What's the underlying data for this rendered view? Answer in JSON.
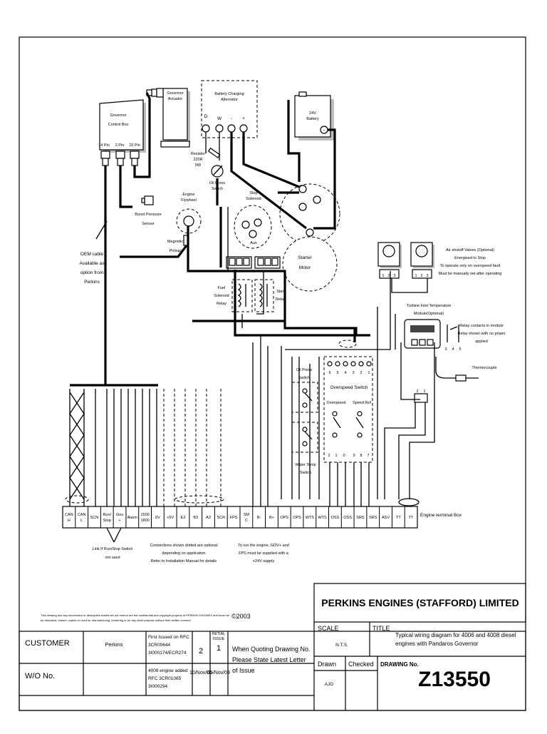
{
  "diagram": {
    "governor_actuator": [
      "Governor",
      "Actuator"
    ],
    "battery_alternator": [
      "Battery Charging",
      "Alternator"
    ],
    "alt_terminals": [
      "D",
      "W",
      "-",
      "+"
    ],
    "battery": [
      "24V",
      "Battery"
    ],
    "governor_box": [
      "Governor",
      "Control Box"
    ],
    "gov_pins": [
      "14 Pin",
      "2 Pin",
      "10 Pin"
    ],
    "resistor": [
      "Resistor",
      "220R",
      "5W"
    ],
    "oil_press_switch_top": [
      "Oil Press",
      "Switch"
    ],
    "stop_solenoid": [
      "Stop",
      "Solenoid"
    ],
    "aux": "Aux",
    "engine_flywheel": [
      "Engine",
      "Flywheel"
    ],
    "boost_sensor": [
      "Boost Pressure",
      "Sensor"
    ],
    "magnetic_pickup": [
      "Magnetic",
      "Pickup"
    ],
    "starter_motor": [
      "Starter",
      "Motor"
    ],
    "oem_cable": [
      "OEM cable",
      "Available as",
      "option from",
      "Perkins"
    ],
    "fuel_solenoid_relay": [
      "Fuel",
      "Solenoid",
      "Relay"
    ],
    "start_relay": [
      "Start",
      "Relay"
    ],
    "air_shutoff": [
      "Air shutoff Valves (Optional)",
      "Energised to Stop",
      "To operate only on overspeed fault",
      "Must be manually set after operating"
    ],
    "valve_terminals": [
      "1",
      "2",
      "3"
    ],
    "turbine_module": [
      "Turbine Inlet Temperature",
      "Module(Optional)"
    ],
    "relay_contacts": [
      "Relay contacts in module",
      "Relay shown with no power",
      "applied"
    ],
    "relay_terminals": [
      "3",
      "4",
      "5"
    ],
    "thermocouple": "Thermocouple",
    "thermo_terminals": [
      "2",
      "1"
    ],
    "oil_press_switch": [
      "Oil Press",
      "Switch"
    ],
    "water_temp_switch": [
      "Water Temp",
      "Switch"
    ],
    "overspeed_switch": "Overspeed Switch",
    "overspeed_numbers": [
      "6",
      "5",
      "4",
      "3",
      "2",
      "1"
    ],
    "overspeed": "Overspeed",
    "speed_ref": "Speed Ref",
    "overspeed_bottom_numbers": [
      "2",
      "1",
      "0",
      "9",
      "8",
      "7"
    ],
    "terminal_box_label": "Engine terminal Box",
    "terminals": [
      [
        "CAN",
        "H"
      ],
      [
        "CAN",
        "L"
      ],
      [
        "SCN"
      ],
      [
        "Run/",
        "Stop"
      ],
      [
        "Gov",
        "+"
      ],
      [
        "Alarm"
      ],
      [
        "1500",
        "1800"
      ],
      [
        "0V"
      ],
      [
        "+5V"
      ],
      [
        "E3"
      ],
      [
        "B3"
      ],
      [
        "A3"
      ],
      [
        "SCR"
      ],
      [
        "FPS"
      ],
      [
        "SM",
        "C"
      ],
      [
        "B-"
      ],
      [
        "B+"
      ],
      [
        "OPS"
      ],
      [
        "OPS"
      ],
      [
        "WTS"
      ],
      [
        "WTS"
      ],
      [
        "OSS"
      ],
      [
        "OSS"
      ],
      [
        "SRS"
      ],
      [
        "SRS"
      ],
      [
        "ASV"
      ],
      [
        "TT"
      ],
      [
        "TT"
      ]
    ],
    "note_link": [
      "Link If Run/Stop Switch",
      "not used"
    ],
    "note_connections": [
      "Connections shown dotted are optional",
      "depending on application",
      "Refer to Installation Manual for details"
    ],
    "note_run": [
      "To run the engine, GOV+ and",
      "FPS must be supplied with a",
      "+24V supply"
    ]
  },
  "titleblock": {
    "company": "PERKINS ENGINES (STAFFORD) LIMITED",
    "disclaimer": [
      "This drawing and any information or descriptive matter set out hereon are the confidential and copyright property of PERKINS ENGINES and must not",
      "be disclosed, loaned, copied or used for manufacturing, tendering or for any other purpose without their written consent."
    ],
    "copyright": "©2003",
    "customer_label": "CUSTOMER",
    "customer_value": "Perkins",
    "wo_label": "W/O No.",
    "issues": [
      {
        "text": [
          "First Issued on RFC",
          "3CR00644",
          "3I000174/ECR274"
        ],
        "no": "2",
        "date": ""
      },
      {
        "text": [
          "4008 engine added",
          "RFC 3CR01065",
          "3I000294"
        ],
        "no": "",
        "date": "10/Nov/05"
      }
    ],
    "initial_issue": [
      "INITIAL",
      "ISSUE"
    ],
    "initial_no": "1",
    "initial_date": "05/Nov/03",
    "quote": [
      "When Quoting Drawing No.",
      "Please State Latest Letter",
      "of Issue"
    ],
    "scale_label": "SCALE",
    "scale_value": "N.T.S.",
    "title_label": "TITLE",
    "title_text": [
      "Typical wiring diagram for 4006 and 4008 diesel",
      "engines with Pandaros Governor"
    ],
    "drawn_label": "Drawn",
    "checked_label": "Checked",
    "drawing_no_label": "DRAWING No.",
    "drawn_value": "AJG",
    "drawing_no": "Z13550"
  }
}
